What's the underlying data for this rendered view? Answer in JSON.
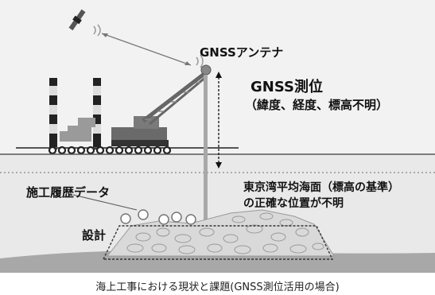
{
  "labels": {
    "antenna": "GNSSアンテナ",
    "positioning": "GNSS測位",
    "positioning_detail": "（緯度、経度、標高不明）",
    "sea_level_line1": "東京湾平均海面（標高の基準）",
    "sea_level_line2": "の正確な位置が不明",
    "construction_history": "施工履歴データ",
    "design": "設計"
  },
  "caption": "海上工事における現状と課題(GNSS測位活用の場合)",
  "colors": {
    "sky": "#f2f2f2",
    "water": "#e6e6e6",
    "seabed": "#a8a8a8",
    "stone": "#d8d8d8",
    "crane": "#777777",
    "dark": "#222222",
    "sea_line": "#9e9e9e"
  }
}
